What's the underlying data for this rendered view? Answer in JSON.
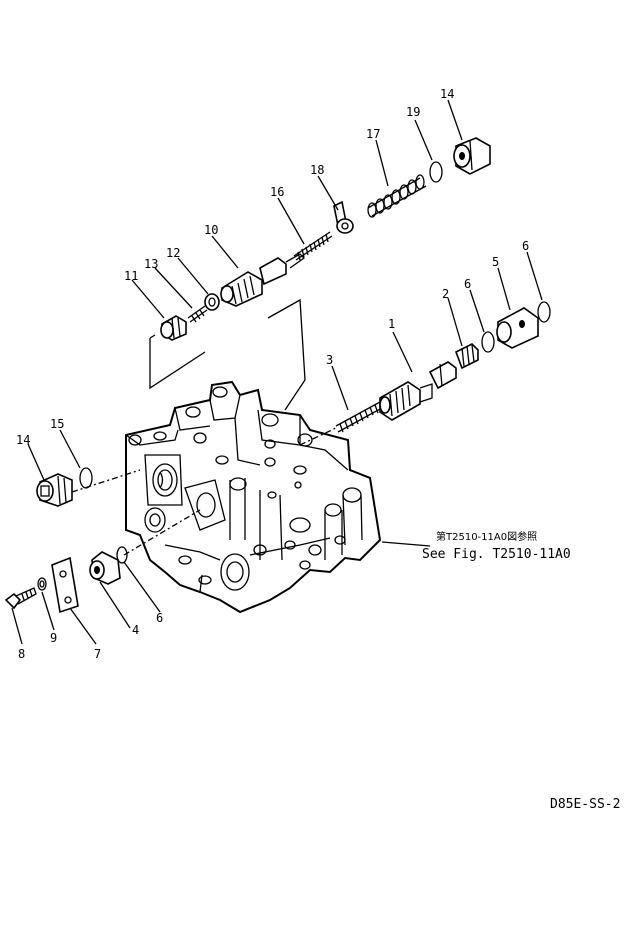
{
  "diagram": {
    "part_labels": {
      "p1": "1",
      "p2": "2",
      "p3": "3",
      "p4": "4",
      "p5": "5",
      "p6a": "6",
      "p6b": "6",
      "p6c": "6",
      "p7": "7",
      "p8": "8",
      "p9": "9",
      "p10": "10",
      "p11": "11",
      "p12": "12",
      "p13": "13",
      "p14a": "14",
      "p14b": "14",
      "p15": "15",
      "p16": "16",
      "p17": "17",
      "p18": "18",
      "p19": "19"
    },
    "reference_note": {
      "japanese": "第T2510-11A0図参照",
      "english": "See Fig. T2510-11A0"
    },
    "drawing_code": "D85E-SS-2"
  }
}
